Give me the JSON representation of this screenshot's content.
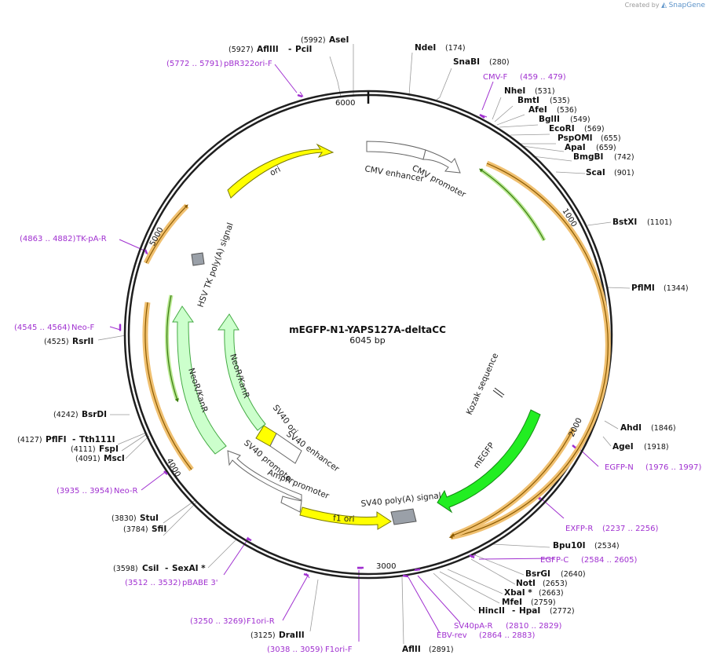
{
  "credit": {
    "prefix": "Created by",
    "brand": "SnapGene"
  },
  "plasmid": {
    "name": "mEGFP-N1-YAPS127A-deltaCC",
    "length": "6045 bp",
    "total_bp": 6045
  },
  "scale_ticks": [
    "1000",
    "2000",
    "3000",
    "4000",
    "5000",
    "6000"
  ],
  "colors": {
    "backbone": "#222222",
    "primer": "#a030d0",
    "orf_fill": "#ffff00",
    "orf_stroke": "#7a7a00",
    "egfp_fill": "#22ee22",
    "marker_fill": "#ccffcc",
    "orange_glow": "#f0c070",
    "green_arc": "#55aa22",
    "promoter_fill": "#ffffff",
    "terminator_fill": "#9aa0a8"
  },
  "sites": [
    {
      "name": "AseI",
      "pos": "(5992)",
      "bp": 5992
    },
    {
      "name": "AflIII",
      "name2": "PciI",
      "pos": "(5927)",
      "bp": 5927
    },
    {
      "name": "NdeI",
      "pos": "(174)",
      "bp": 174
    },
    {
      "name": "SnaBI",
      "pos": "(280)",
      "bp": 280
    },
    {
      "name": "NheI",
      "pos": "(531)",
      "bp": 531
    },
    {
      "name": "BmtI",
      "pos": "(535)",
      "bp": 535
    },
    {
      "name": "AfeI",
      "pos": "(536)",
      "bp": 536
    },
    {
      "name": "BglII",
      "pos": "(549)",
      "bp": 549
    },
    {
      "name": "EcoRI",
      "pos": "(569)",
      "bp": 569
    },
    {
      "name": "PspOMI",
      "pos": "(655)",
      "bp": 655
    },
    {
      "name": "ApaI",
      "pos": "(659)",
      "bp": 659
    },
    {
      "name": "BmgBI",
      "pos": "(742)",
      "bp": 742
    },
    {
      "name": "ScaI",
      "pos": "(901)",
      "bp": 901
    },
    {
      "name": "BstXI",
      "pos": "(1101)",
      "bp": 1101
    },
    {
      "name": "PflMI",
      "pos": "(1344)",
      "bp": 1344
    },
    {
      "name": "AhdI",
      "pos": "(1846)",
      "bp": 1846
    },
    {
      "name": "AgeI",
      "pos": "(1918)",
      "bp": 1918
    },
    {
      "name": "Bpu10I",
      "pos": "(2534)",
      "bp": 2534
    },
    {
      "name": "BsrGI",
      "pos": "(2640)",
      "bp": 2640
    },
    {
      "name": "NotI",
      "pos": "(2653)",
      "bp": 2653
    },
    {
      "name": "XbaI *",
      "pos": "(2663)",
      "bp": 2663
    },
    {
      "name": "MfeI",
      "pos": "(2759)",
      "bp": 2759
    },
    {
      "name": "HincII",
      "name2": "HpaI",
      "pos": "(2772)",
      "bp": 2772
    },
    {
      "name": "AflII",
      "pos": "(2891)",
      "bp": 2891
    },
    {
      "name": "DraIII",
      "pos": "(3125)",
      "bp": 3125
    },
    {
      "name": "CsiI",
      "name2": "SexAI *",
      "pos": "(3598)",
      "bp": 3598
    },
    {
      "name": "SfiI",
      "pos": "(3784)",
      "bp": 3784
    },
    {
      "name": "StuI",
      "pos": "(3830)",
      "bp": 3830
    },
    {
      "name": "MscI",
      "pos": "(4091)",
      "bp": 4091
    },
    {
      "name": "FspI",
      "pos": "(4111)",
      "bp": 4111
    },
    {
      "name": "PflFI",
      "name2": "Tth111I",
      "pos": "(4127)",
      "bp": 4127
    },
    {
      "name": "BsrDI",
      "pos": "(4242)",
      "bp": 4242
    },
    {
      "name": "RsrII",
      "pos": "(4525)",
      "bp": 4525
    }
  ],
  "primers": [
    {
      "name": "pBR322ori-F",
      "range": "(5772 .. 5791)"
    },
    {
      "name": "CMV-F",
      "range": "(459 .. 479)"
    },
    {
      "name": "EGFP-N",
      "range": "(1976 .. 1997)"
    },
    {
      "name": "EXFP-R",
      "range": "(2237 .. 2256)"
    },
    {
      "name": "EGFP-C",
      "range": "(2584 .. 2605)"
    },
    {
      "name": "SV40pA-R",
      "range": "(2810 .. 2829)"
    },
    {
      "name": "EBV-rev",
      "range": "(2864 .. 2883)"
    },
    {
      "name": "F1ori-F",
      "range": "(3038 .. 3059)"
    },
    {
      "name": "F1ori-R",
      "range": "(3250 .. 3269)"
    },
    {
      "name": "pBABE 3'",
      "range": "(3512 .. 3532)"
    },
    {
      "name": "Neo-R",
      "range": "(3935 .. 3954)"
    },
    {
      "name": "Neo-F",
      "range": "(4545 .. 4564)"
    },
    {
      "name": "TK-pA-R",
      "range": "(4863 .. 4882)"
    }
  ],
  "features": [
    "ori",
    "CMV enhancer",
    "CMV promoter",
    "HSV TK poly(A) signal",
    "NeoR/KanR",
    "NeoR/KanR",
    "SV40 ori",
    "SV40 enhancer",
    "SV40 promoter",
    "AmpR promoter",
    "f1 ori",
    "SV40 poly(A) signal",
    "mEGFP",
    "Kozak sequence"
  ]
}
